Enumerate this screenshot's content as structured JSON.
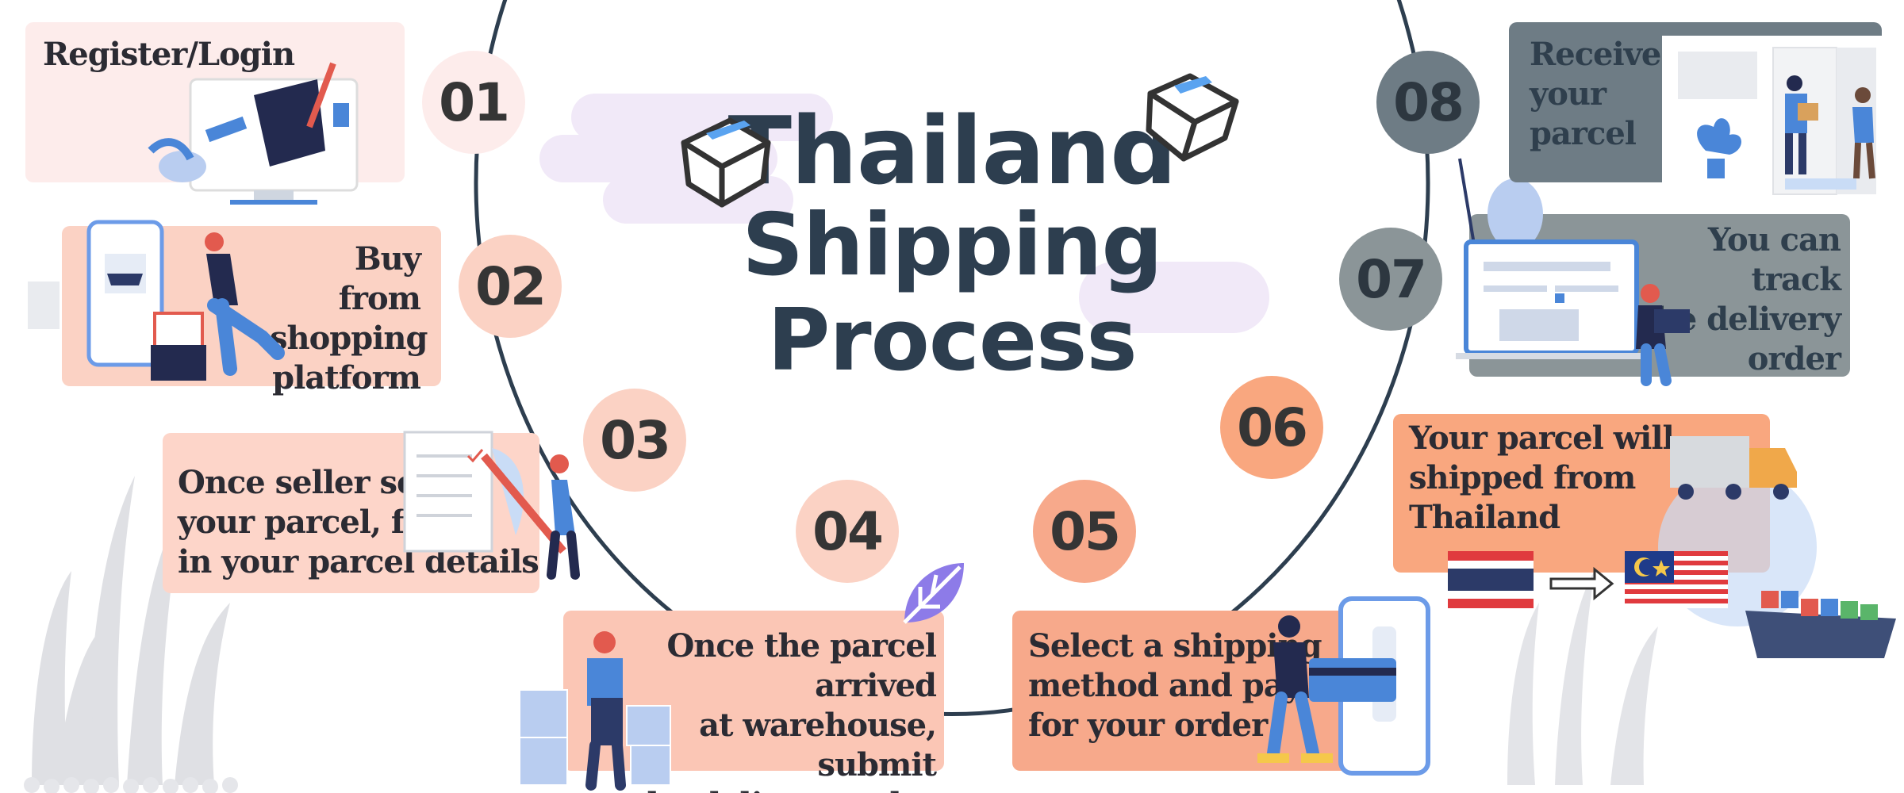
{
  "title": {
    "line1": "Thailand",
    "line2": "Shipping Process"
  },
  "colors": {
    "title": "#2d3e4f",
    "ring": "#2d3e4f",
    "step_pink_light": "#fdeceb",
    "step_peach": "#fbd2c4",
    "step_salmon": "#f7a98b",
    "step_orange": "#f9a77f",
    "step_gray": "#8b9598",
    "step_slate": "#6e7c85"
  },
  "steps": [
    {
      "number": "01",
      "label": "Register/Login",
      "icon": "computer-signup-illustration"
    },
    {
      "number": "02",
      "label_lines": [
        "Buy from",
        "shopping",
        "platform"
      ],
      "icon": "online-shopping-illustration"
    },
    {
      "number": "03",
      "label_lines": [
        "Once seller send",
        "your parcel, fill",
        "in your parcel details"
      ],
      "icon": "checklist-illustration"
    },
    {
      "number": "04",
      "label_lines": [
        "Once the parcel arrived",
        "at warehouse, submit",
        "the delivery order"
      ],
      "icon": "warehouse-worker-illustration"
    },
    {
      "number": "05",
      "label_lines": [
        "Select a shipping",
        "method and pay",
        "for your order"
      ],
      "icon": "mobile-payment-illustration"
    },
    {
      "number": "06",
      "label_lines": [
        "Your parcel will",
        "shipped from",
        "Thailand"
      ],
      "icon": "truck-ship-flags-illustration"
    },
    {
      "number": "07",
      "label_lines": [
        "You can track",
        "the delivery",
        "order"
      ],
      "icon": "laptop-tracking-illustration"
    },
    {
      "number": "08",
      "label_lines": [
        "Receive",
        "your",
        "parcel"
      ],
      "icon": "door-delivery-illustration"
    }
  ]
}
